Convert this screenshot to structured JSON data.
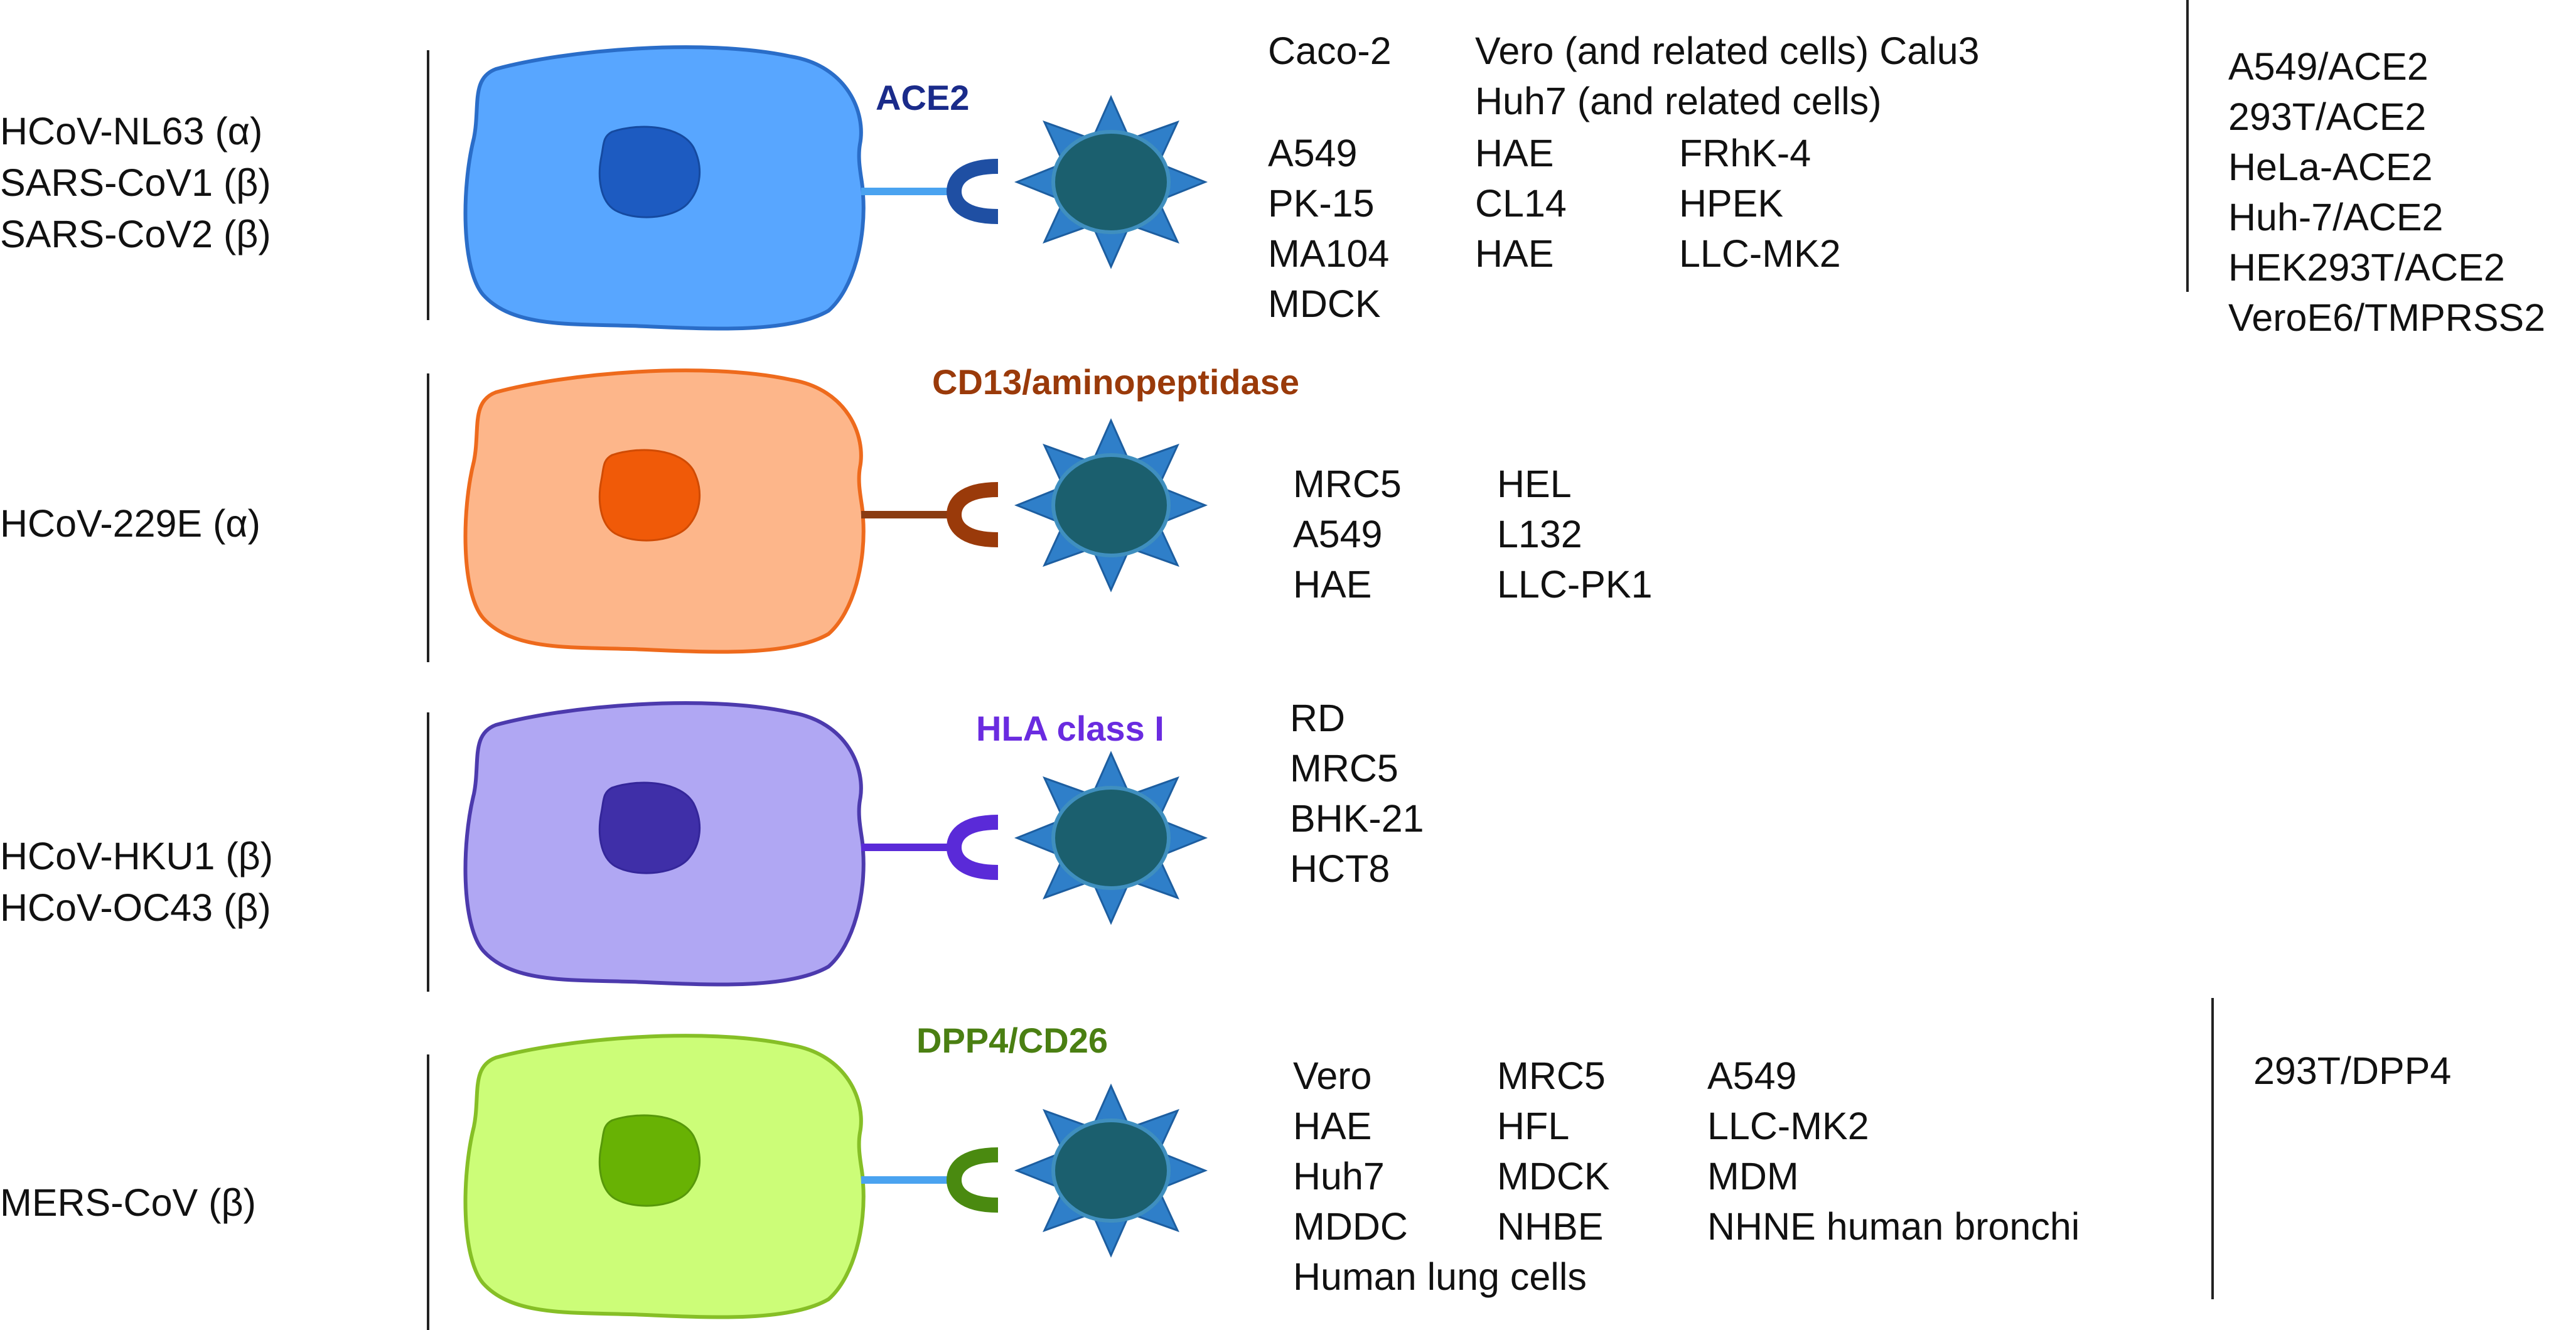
{
  "rows": [
    {
      "viruses": [
        "HCoV-NL63 (α)",
        "SARS-CoV1 (β)",
        "SARS-CoV2 (β)"
      ],
      "receptor": "ACE2",
      "colors": {
        "cell": "#58a6ff",
        "cell_stroke": "#2a6dc8",
        "nucleus": "#1d5bc1",
        "nucleus_stroke": "#154aa0",
        "receptor_label": "#1a2b8a",
        "stalk": "#4aa3f0",
        "cup": "#1f4fa3"
      },
      "cell_lines": [
        [
          "Caco-2",
          "Vero (and related cells) Calu3"
        ],
        [
          "",
          "Huh7 (and related cells)"
        ],
        [
          "A549",
          "HAE",
          "FRhK-4"
        ],
        [
          "PK-15",
          "CL14",
          "HPEK"
        ],
        [
          "MA104",
          "HAE",
          "LLC-MK2"
        ],
        [
          "MDCK"
        ]
      ],
      "engineered": [
        "A549/ACE2",
        "293T/ACE2",
        "HeLa-ACE2",
        "Huh-7/ACE2",
        "HEK293T/ACE2",
        "VeroE6/TMPRSS2"
      ]
    },
    {
      "viruses": [
        "HCoV-229E (α)"
      ],
      "receptor": "CD13/aminopeptidase",
      "colors": {
        "cell": "#fdb68a",
        "cell_stroke": "#ee6a1c",
        "nucleus": "#f05a08",
        "nucleus_stroke": "#d04b04",
        "receptor_label": "#9a3a0a",
        "stalk": "#8a3c12",
        "cup": "#9a3a0a"
      },
      "cell_lines": [
        [
          "MRC5",
          "HEL"
        ],
        [
          "A549",
          "L132"
        ],
        [
          "HAE",
          "LLC-PK1"
        ]
      ]
    },
    {
      "viruses": [
        "HCoV-HKU1 (β)",
        "HCoV-OC43 (β)"
      ],
      "receptor": "HLA class I",
      "colors": {
        "cell": "#b0a7f3",
        "cell_stroke": "#4c3aad",
        "nucleus": "#3f2fa8",
        "nucleus_stroke": "#34269a",
        "receptor_label": "#6a2be0",
        "stalk": "#5a2ad8",
        "cup": "#5a2ad8"
      },
      "cell_lines": [
        [
          "RD"
        ],
        [
          "MRC5"
        ],
        [
          "BHK-21"
        ],
        [
          "HCT8"
        ]
      ]
    },
    {
      "viruses": [
        "MERS-CoV (β)"
      ],
      "receptor": "DPP4/CD26",
      "colors": {
        "cell": "#ccfd78",
        "cell_stroke": "#86bf26",
        "nucleus": "#68b204",
        "nucleus_stroke": "#57980a",
        "receptor_label": "#4a7f12",
        "stalk": "#4aa3f0",
        "cup": "#4a8a10"
      },
      "cell_lines": [
        [
          "Vero",
          "MRC5",
          "A549"
        ],
        [
          "HAE",
          "HFL",
          "LLC-MK2"
        ],
        [
          "Huh7",
          "MDCK",
          "MDM"
        ],
        [
          "MDDC",
          "NHBE",
          "NHNE human bronchi"
        ],
        [
          "Human lung cells"
        ]
      ],
      "engineered": [
        "293T/DPP4"
      ]
    }
  ],
  "virion_colors": {
    "body": "#1b5f6e",
    "body_stroke": "#3f8fbf",
    "spike": "#2f7fc9",
    "spike_stroke": "#1d5ea0"
  },
  "icons": {
    "virion": "coronavirus-virion-icon",
    "cell": "host-cell-icon"
  }
}
